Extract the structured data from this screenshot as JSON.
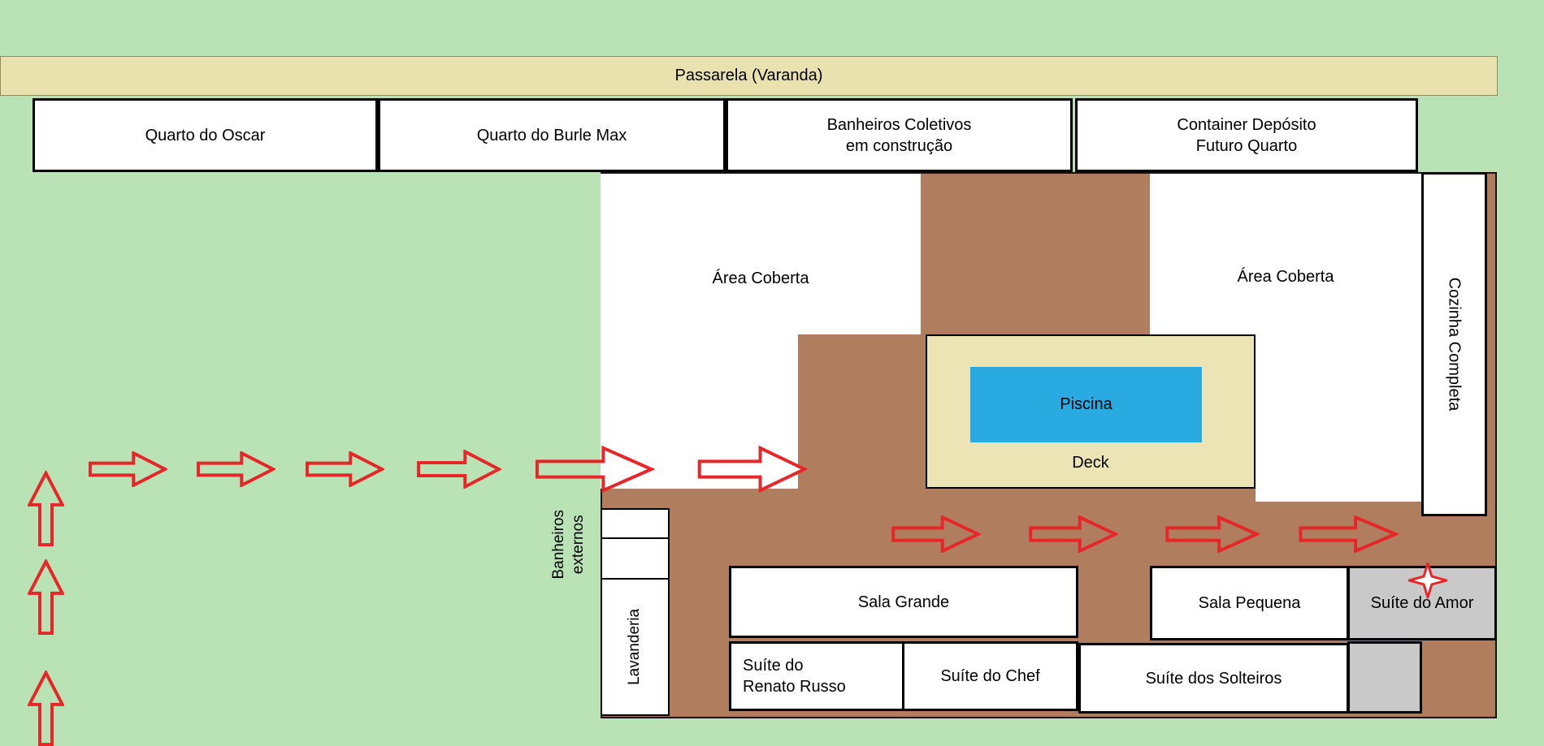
{
  "colors": {
    "background": "#b9e3b4",
    "walkway_tan": "#e9e2af",
    "deck_tan": "#ece4b4",
    "floor_brown": "#b07d5e",
    "pool_blue": "#29abe2",
    "gray_room": "#c9c9c9",
    "arrow_red": "#e62628",
    "room_white": "#ffffff",
    "border_black": "#000000"
  },
  "walkway": {
    "label": "Passarela (Varanda)"
  },
  "top_rooms": [
    {
      "label": "Quarto do Oscar"
    },
    {
      "label": "Quarto do Burle Max"
    },
    {
      "label": "Banheiros Coletivos\nem construção"
    },
    {
      "label": "Container Depósito\nFuturo Quarto"
    }
  ],
  "covered_area_left": {
    "label": "Área Coberta"
  },
  "covered_area_right": {
    "label": "Área Coberta"
  },
  "deck": {
    "label": "Deck"
  },
  "pool": {
    "label": "Piscina"
  },
  "kitchen": {
    "label": "Cozinha Completa"
  },
  "external_bathrooms": {
    "label": "Banheiros\nexternos"
  },
  "laundry": {
    "label": "Lavanderia"
  },
  "rooms": {
    "sala_grande": {
      "label": "Sala Grande"
    },
    "sala_pequena": {
      "label": "Sala Pequena"
    },
    "suite_amor": {
      "label": "Suíte do Amor"
    },
    "suite_renato_russo": {
      "label": "Suíte do\nRenato Russo"
    },
    "suite_chef": {
      "label": "Suíte do Chef"
    },
    "suite_solteiros": {
      "label": "Suíte dos Solteiros"
    }
  },
  "icons": {
    "route-arrow-up": "⇧",
    "route-arrow-right": "⇨",
    "destination-star": "✦"
  }
}
